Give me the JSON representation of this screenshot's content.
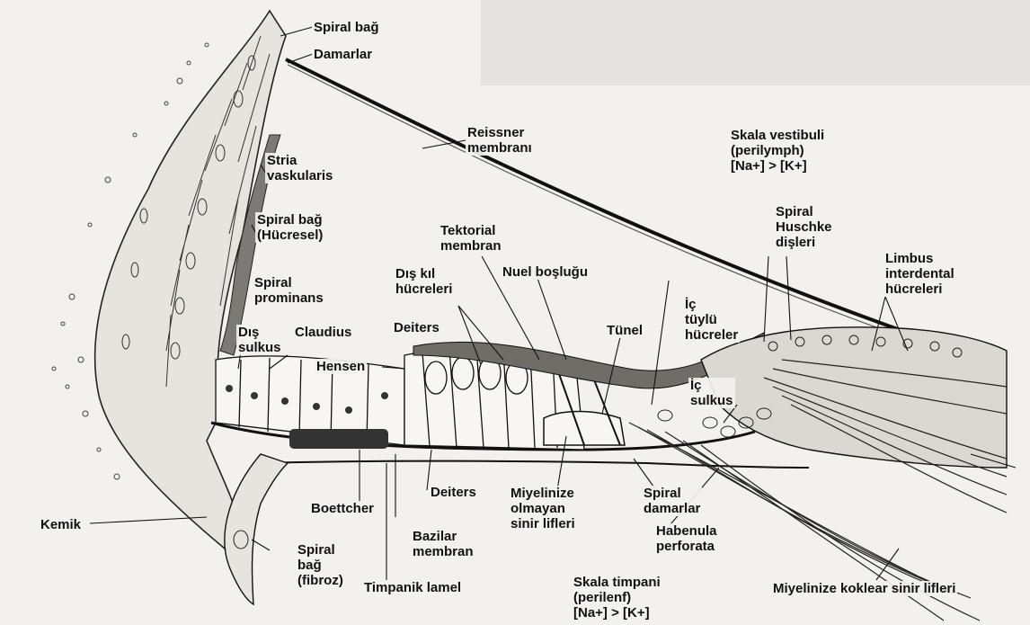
{
  "labels": {
    "spiral_bag_top": "Spiral bağ",
    "damarlar": "Damarlar",
    "reissner": [
      "Reissner",
      "membranı"
    ],
    "skala_vestibuli": [
      "Skala vestibuli",
      "(perilymph)",
      "[Na+] > [K+]"
    ],
    "stria": [
      "Stria",
      "vaskularis"
    ],
    "spiral_bag_hucresel": [
      "Spiral bağ",
      "(Hücresel)"
    ],
    "tektorial": [
      "Tektorial",
      "membran"
    ],
    "spiral_huschke": [
      "Spiral",
      "Huschke",
      "dişleri"
    ],
    "limbus": [
      "Limbus",
      "interdental",
      "hücreleri"
    ],
    "dis_kil": [
      "Dış kıl",
      "hücreleri"
    ],
    "nuel": "Nuel boşluğu",
    "spiral_prominans": [
      "Spiral",
      "prominans"
    ],
    "ic_tuylu": [
      "İç",
      "tüylü",
      "hücreler"
    ],
    "dis_sulkus": [
      "Dış",
      "sulkus"
    ],
    "claudius": "Claudius",
    "deiters_top": "Deiters",
    "tunel": "Tünel",
    "hensen": "Hensen",
    "ic_sulkus": [
      "İç",
      "sulkus"
    ],
    "boettcher": "Boettcher",
    "deiters_bottom": "Deiters",
    "miyelinize_olmayan": [
      "Miyelinize",
      "olmayan",
      "sinir lifleri"
    ],
    "spiral_damarlar": [
      "Spiral",
      "damarlar"
    ],
    "bazilar": [
      "Bazilar",
      "membran"
    ],
    "habenula": [
      "Habenula",
      "perforata"
    ],
    "kemik": "Kemik",
    "spiral_bag_fibroz": [
      "Spiral",
      "bağ",
      "(fibroz)"
    ],
    "timpanik_lamel": "Timpanik lamel",
    "skala_timpani": [
      "Skala timpani",
      "(perilenf)",
      "[Na+] > [K+]"
    ],
    "miyelinize_koklear": "Miyelinize koklear sinir lifleri"
  }
}
